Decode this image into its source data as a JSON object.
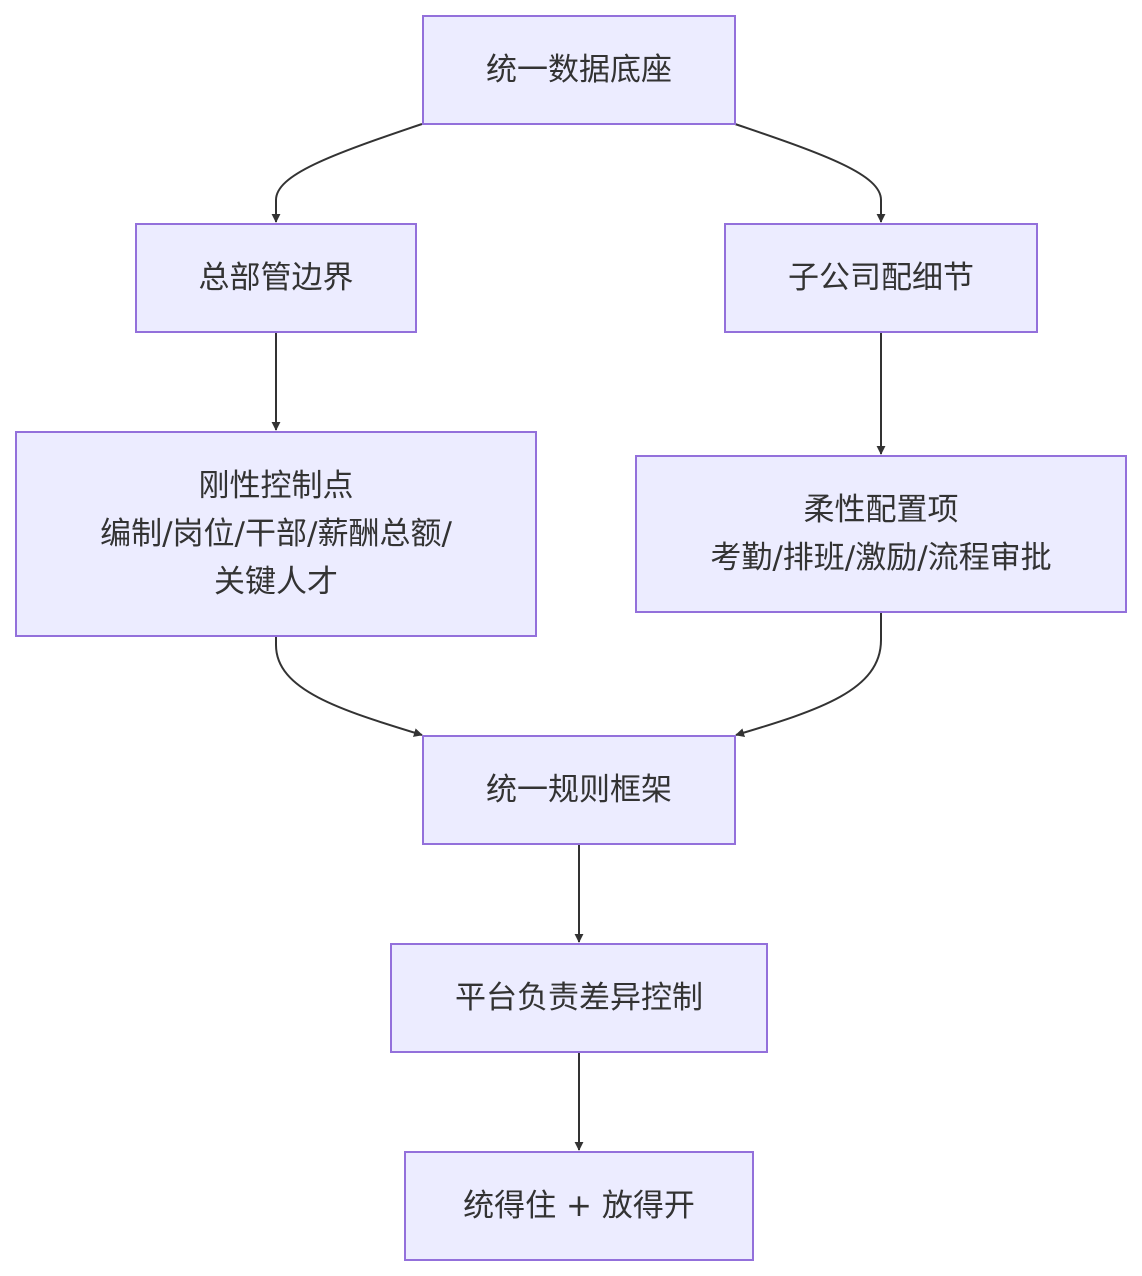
{
  "nodes": {
    "data_base": {
      "lines": [
        "统一数据底座"
      ]
    },
    "hq_boundary": {
      "lines": [
        "总部管边界"
      ]
    },
    "subsidiary_details": {
      "lines": [
        "子公司配细节"
      ]
    },
    "rigid_controls": {
      "lines": [
        "刚性控制点",
        "编制/岗位/干部/薪酬总额/",
        "关键人才"
      ]
    },
    "flexible_items": {
      "lines": [
        "柔性配置项",
        "考勤/排班/激励/流程审批"
      ]
    },
    "unified_rules": {
      "lines": [
        "统一规则框架"
      ]
    },
    "platform_control": {
      "lines": [
        "平台负责差异控制"
      ]
    },
    "outcome": {
      "lines": [
        "统得住 + 放得开"
      ]
    }
  },
  "edges": [
    {
      "from": "data_base",
      "to": "hq_boundary"
    },
    {
      "from": "data_base",
      "to": "subsidiary_details"
    },
    {
      "from": "hq_boundary",
      "to": "rigid_controls"
    },
    {
      "from": "subsidiary_details",
      "to": "flexible_items"
    },
    {
      "from": "rigid_controls",
      "to": "unified_rules"
    },
    {
      "from": "flexible_items",
      "to": "unified_rules"
    },
    {
      "from": "unified_rules",
      "to": "platform_control"
    },
    {
      "from": "platform_control",
      "to": "outcome"
    }
  ],
  "colors": {
    "node_fill": "#ececff",
    "node_stroke": "#9370db",
    "edge": "#333333",
    "text": "#333333"
  }
}
